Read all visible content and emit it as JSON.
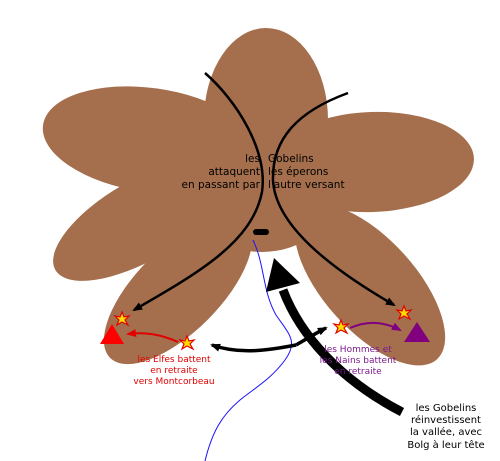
{
  "labels": {
    "goblins_attack_left": "les\nattaquent\nen passant par",
    "goblins_attack_right": "Gobelins\nles éperons\nl'autre versant",
    "elves_retreat": "les Elfes battent\nen retraite\nvers Montcorbeau",
    "men_dwarves_retreat": "les Hommes et\nles Nains battent\nen retraite",
    "goblins_reinvest": "les Gobelins\nréinvestissent\nla vallée, avec\nBolg à leur tête"
  },
  "colors": {
    "mountain": "#a56f4d",
    "elves": "#ff0000",
    "men_dwarves": "#800080",
    "river": "#1a10ff",
    "arrows": "#000000",
    "explosion_fill": "#ffdd00",
    "explosion_stroke": "#e00000"
  },
  "icons": {
    "battle": "explosion-icon",
    "elves_marker": "red-triangle-icon",
    "men_dwarves_marker": "purple-triangle-icon"
  }
}
